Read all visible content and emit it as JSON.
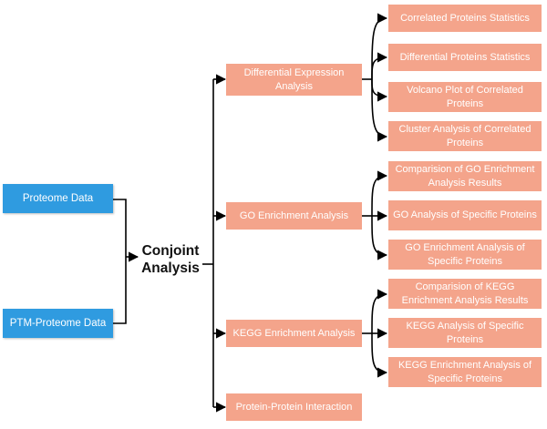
{
  "inputs": [
    {
      "label": "Proteome  Data"
    },
    {
      "label": "PTM-Proteome  Data"
    }
  ],
  "center": {
    "line1": "Conjoint",
    "line2": "Analysis"
  },
  "colors": {
    "input_box": "#2f9be0",
    "analysis_box": "#f4a48b",
    "arrow": "#000000"
  },
  "analyses": [
    {
      "label": "Differential Expression Analysis",
      "items": [
        "Correlated Proteins Statistics",
        "Differential Proteins Statistics",
        "Volcano Plot of Correlated Proteins",
        "Cluster Analysis of Correlated Proteins"
      ]
    },
    {
      "label": "GO Enrichment Analysis",
      "items": [
        "Comparision of GO Enrichment Analysis Results",
        "GO Analysis of Specific Proteins",
        "GO Enrichment Analysis of Specific Proteins"
      ]
    },
    {
      "label": "KEGG Enrichment Analysis",
      "items": [
        "Comparision of KEGG Enrichment Analysis Results",
        "KEGG Analysis of Specific Proteins",
        "KEGG Enrichment Analysis of Specific Proteins"
      ]
    },
    {
      "label": "Protein-Protein Interaction",
      "items": []
    }
  ]
}
